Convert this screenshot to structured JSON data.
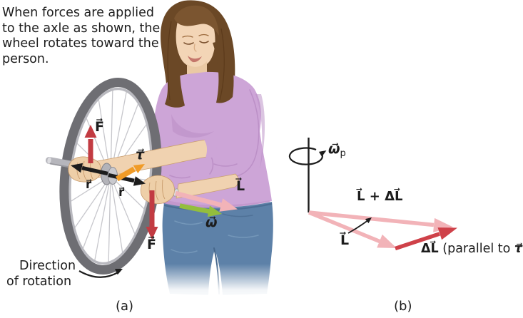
{
  "figure": {
    "panel_a": {
      "caption": "When forces are applied\nto the axle as shown, the\nwheel rotates toward the\nperson.",
      "rotation_label": "Direction\nof rotation",
      "label": "(a)",
      "vectors": {
        "force_up": "F⃗",
        "force_down": "F⃗",
        "torque": "τ⃗",
        "radius_left": "r⃗",
        "radius_right": "r⃗",
        "angular_momentum": "L⃗",
        "angular_velocity": "ω⃗"
      }
    },
    "panel_b": {
      "label": "(b)",
      "precession": {
        "main": "ω⃗",
        "sub": "p"
      },
      "sum_label": "L⃗ + ΔL⃗",
      "momentum_label": "L⃗",
      "delta_label": "ΔL⃗",
      "delta_paren_open": " (parallel to ",
      "delta_tau": "τ⃗",
      "delta_paren_close": ")"
    },
    "colors": {
      "force_red": "#c23b42",
      "torque_orange": "#f09b27",
      "momentum_pink": "#f2b3b8",
      "delta_red": "#cf4149",
      "omega_green": "#93be3d",
      "wheel_gray": "#6e6e73",
      "shirt_lavender": "#cda5d7",
      "jeans_blue": "#5d81a8",
      "skin": "#f0d2b0",
      "hair_brown": "#6b4826"
    }
  }
}
